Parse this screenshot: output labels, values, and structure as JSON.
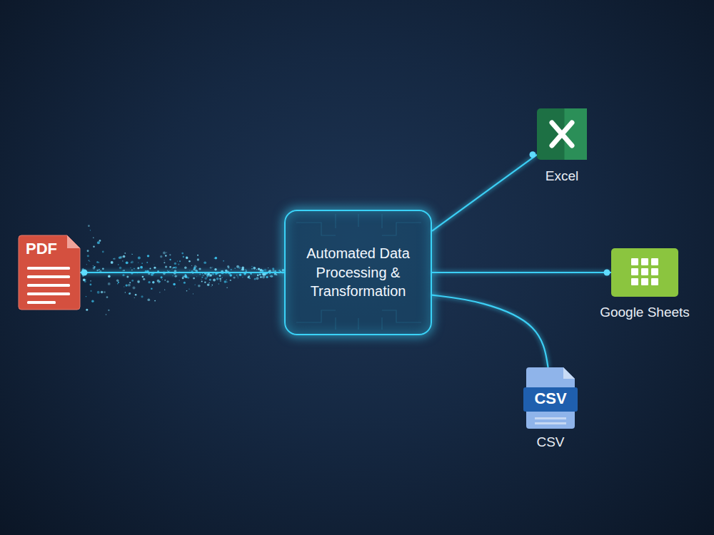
{
  "diagram": {
    "nodes": [
      {
        "text": [
          "PDF"
        ]
      },
      {
        "text": [
          "Automated Data Processing & Transformation"
        ]
      },
      {
        "text": [
          "Excel"
        ]
      },
      {
        "text": [
          "Google Sheets"
        ]
      },
      {
        "text": [
          "CSV",
          "CSV"
        ]
      }
    ],
    "edges": [
      {
        "from": 0,
        "to": 1,
        "arrow": "none"
      },
      {
        "from": 1,
        "to": 2,
        "arrow": "none"
      },
      {
        "from": 1,
        "to": 3,
        "arrow": "none"
      },
      {
        "from": 1,
        "to": 4,
        "arrow": "none"
      }
    ]
  }
}
